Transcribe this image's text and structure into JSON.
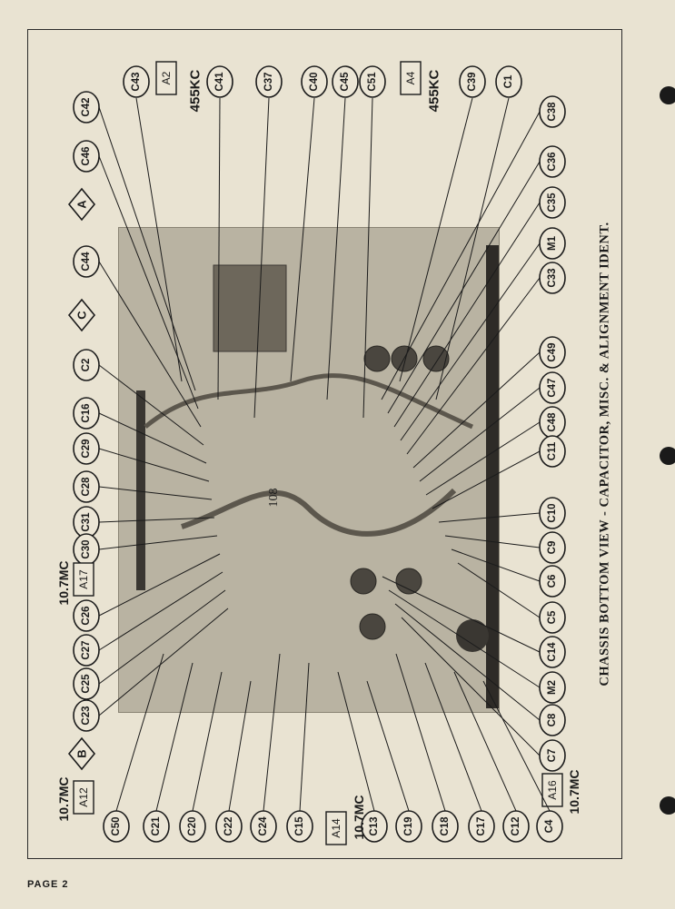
{
  "page": {
    "label": "PAGE 2"
  },
  "caption": "CHASSIS BOTTOM VIEW - CAPACITOR, MISC. & ALIGNMENT IDENT.",
  "colors": {
    "paper": "#e9e3d2",
    "ink": "#1b1b1b",
    "photo": "#b9b3a2"
  },
  "photo_marking": "108",
  "left_column": [
    "C42",
    "C46",
    "C44",
    "C2",
    "C16",
    "C29",
    "C28",
    "C31",
    "C30",
    "C26",
    "C27",
    "C25",
    "C23"
  ],
  "left_triangles": [
    "A",
    "C",
    "B"
  ],
  "left_boxes": [
    "A17",
    "A12"
  ],
  "top_row": [
    "C43",
    "C41",
    "C37",
    "C40",
    "C45",
    "C51",
    "C39",
    "C1"
  ],
  "top_boxes": [
    "A2",
    "A4"
  ],
  "right_column": [
    "C38",
    "C36",
    "C35",
    "M1",
    "C33",
    "C49",
    "C47",
    "C48",
    "C11",
    "C10",
    "C9",
    "C6",
    "C5",
    "C14",
    "M2",
    "C8",
    "C7"
  ],
  "right_boxes": [
    "A16"
  ],
  "bottom_row": [
    "C50",
    "C21",
    "C20",
    "C22",
    "C24",
    "C15",
    "C13",
    "C19",
    "C18",
    "C17",
    "C12",
    "C4"
  ],
  "bottom_boxes": [
    "A14"
  ],
  "freq_labels": [
    "455KC",
    "455KC",
    "10.7MC",
    "10.7MC",
    "10.7MC",
    "10.7MC"
  ]
}
